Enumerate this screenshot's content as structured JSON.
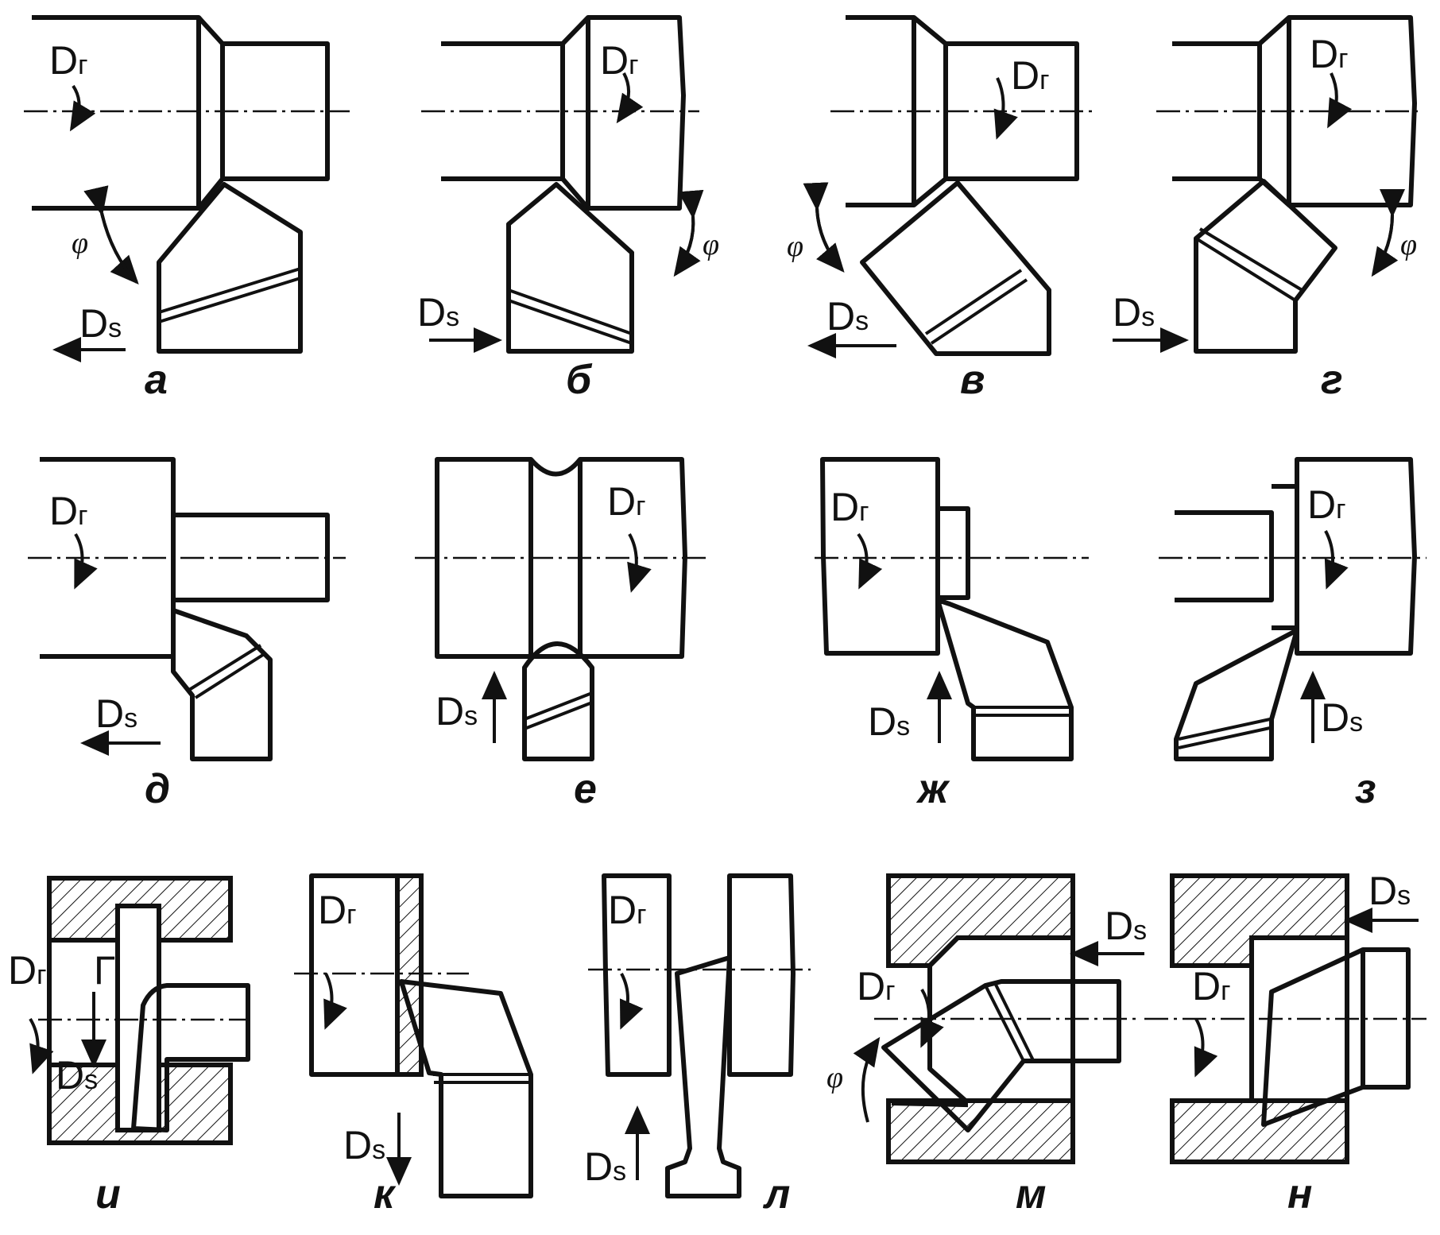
{
  "labels": {
    "rotation": "D",
    "rotation_sub": "г",
    "feed": "D",
    "feed_sub": "s",
    "angle": "φ",
    "slot_mark": "Г"
  },
  "captions": [
    "а",
    "б",
    "в",
    "г",
    "д",
    "е",
    "ж",
    "з",
    "и",
    "к",
    "л",
    "м",
    "н"
  ]
}
